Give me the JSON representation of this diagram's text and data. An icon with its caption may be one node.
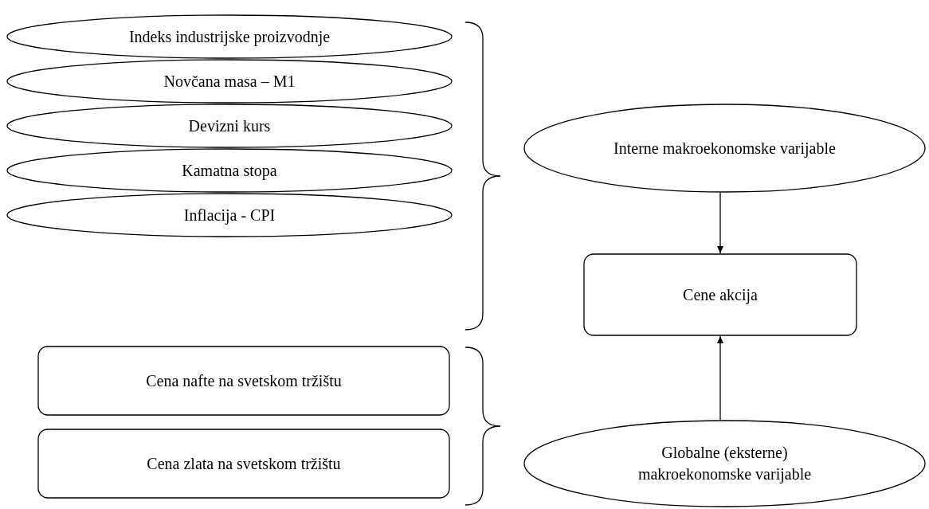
{
  "diagram": {
    "nodes": [
      {
        "text": [
          "Indeks industrijske proizvodnje"
        ]
      },
      {
        "text": [
          "Novčana masa – M1"
        ]
      },
      {
        "text": [
          "Devizni kurs"
        ]
      },
      {
        "text": [
          "Kamatna stopa"
        ]
      },
      {
        "text": [
          "Inflacija - CPI"
        ]
      },
      {
        "text": [
          "Interne makroekonomske varijable"
        ]
      },
      {
        "text": [
          "Cene akcija"
        ]
      },
      {
        "text": [
          "Cena nafte na svetskom tržištu"
        ]
      },
      {
        "text": [
          "Cena zlata na svetskom tržištu"
        ]
      },
      {
        "text": [
          "Globalne (eksterne) makroekonomske varijable"
        ]
      }
    ],
    "edges": [
      {
        "from": 5,
        "to": 6,
        "arrow": "to"
      },
      {
        "from": 9,
        "to": 6,
        "arrow": "to"
      }
    ]
  }
}
